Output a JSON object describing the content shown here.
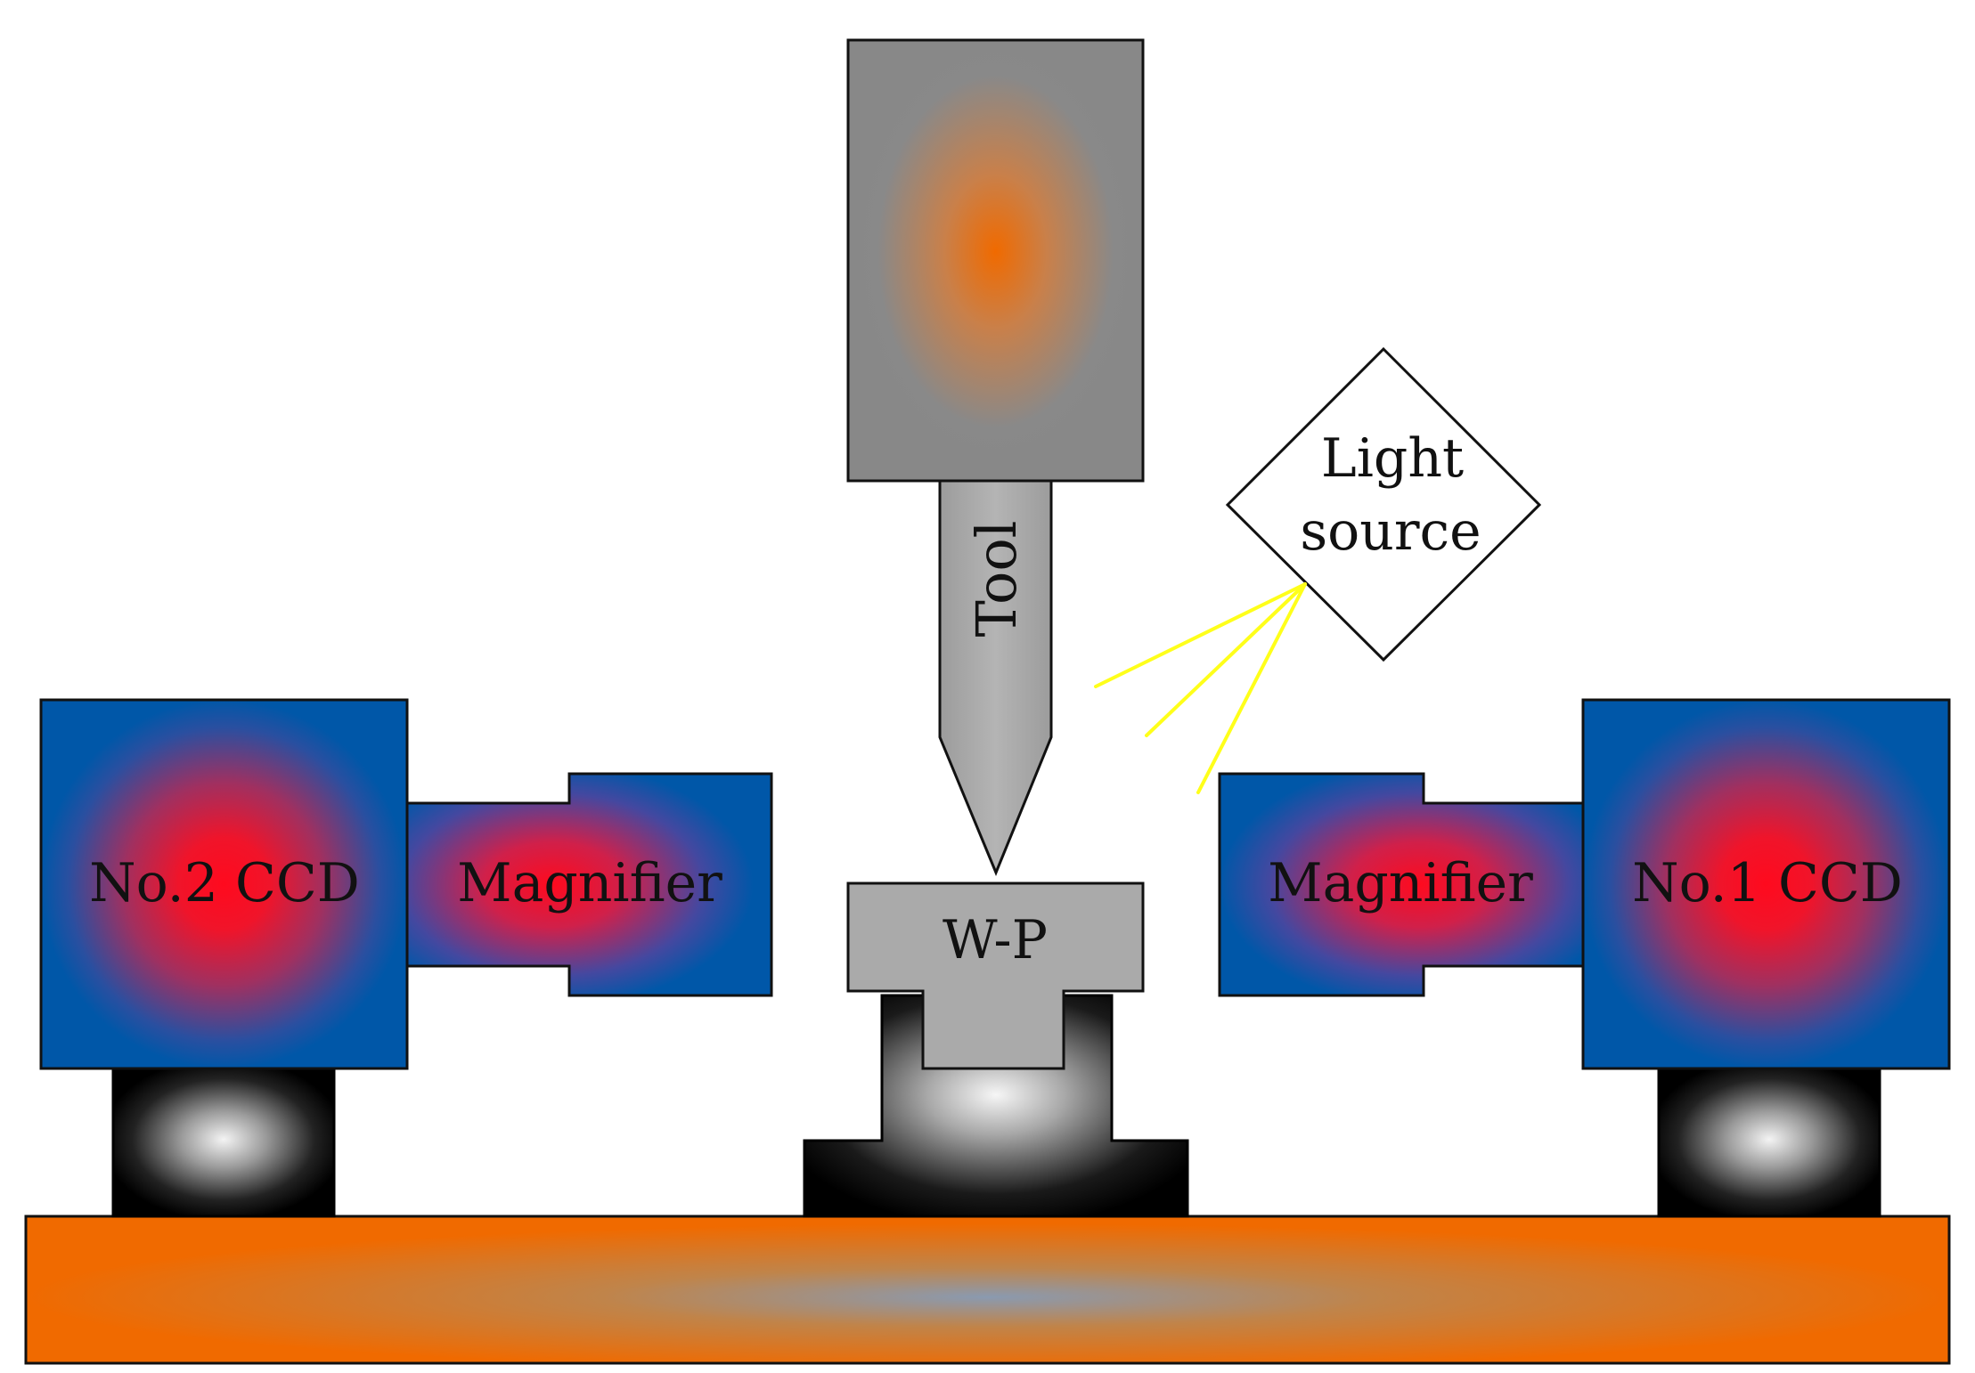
{
  "labels": {
    "tool": "Tool",
    "light_source_line1": "Light",
    "light_source_line2": "source",
    "magnifier_left": "Magnifier",
    "magnifier_right": "Magnifier",
    "ccd_left": "No.2 CCD",
    "ccd_right": "No.1 CCD",
    "workpiece": "W-P"
  },
  "colors": {
    "ccd_blue": "#0057a8",
    "glow_red": "#ff0a1e",
    "spindle_gray": "#888888",
    "spindle_orange": "#f06a00",
    "tool_gray": "#a6a6a6",
    "workpiece_gray": "#aaaaaa",
    "base_orange": "#f06a00",
    "base_center_gray": "#8a9ab0",
    "light_ray_yellow": "#ffff1a",
    "outline": "#111111"
  }
}
